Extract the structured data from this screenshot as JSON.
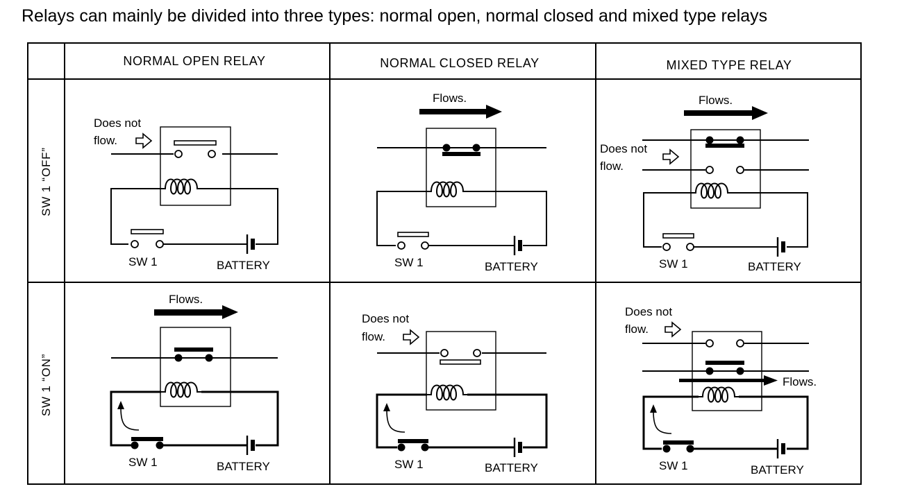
{
  "intro_text": "Relays can mainly be divided into three types: normal open, normal closed and mixed type relays",
  "columns": [
    "NORMAL OPEN RELAY",
    "NORMAL CLOSED RELAY",
    "MIXED TYPE RELAY"
  ],
  "rows": [
    "SW 1 “OFF”",
    "SW 1 “ON”"
  ],
  "labels": {
    "flows": "Flows.",
    "does_not": "Does not",
    "flow": "flow.",
    "sw1": "SW 1",
    "battery": "BATTERY"
  },
  "colors": {
    "ink": "#000000",
    "paper": "#ffffff"
  }
}
